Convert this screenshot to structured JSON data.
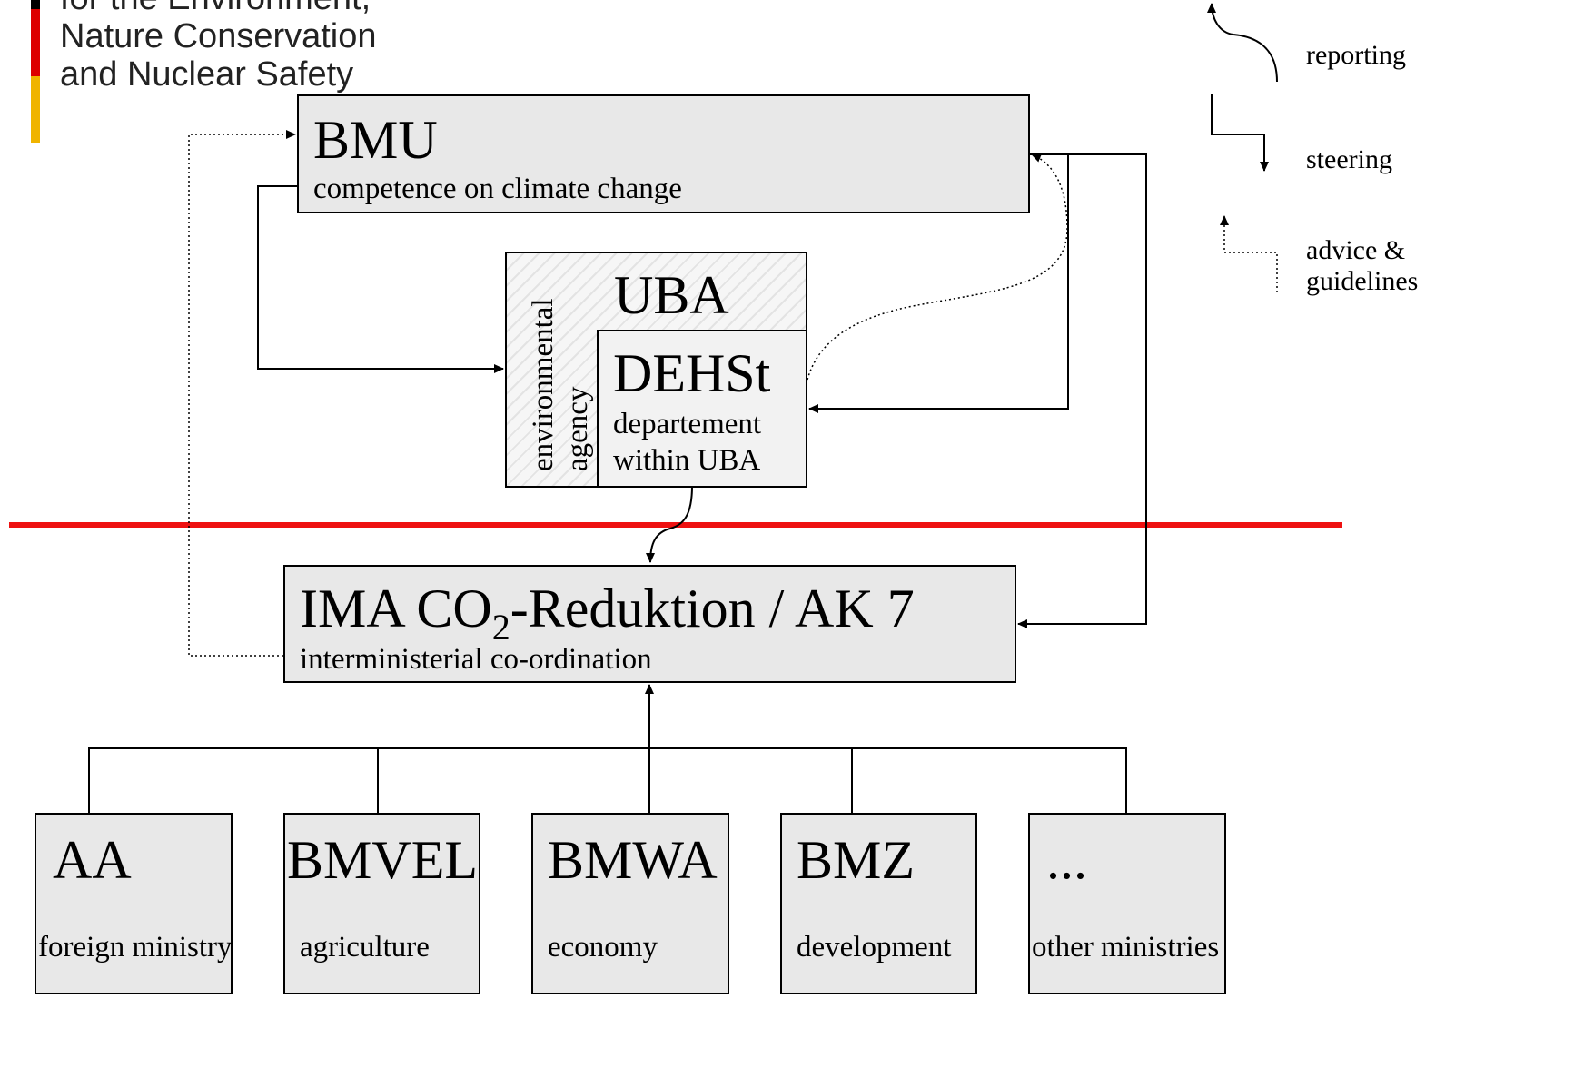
{
  "logo": {
    "line1": "for the Environment,",
    "line2": "Nature Conservation",
    "line3": "and Nuclear Safety",
    "flag_colors": [
      "#000000",
      "#dd0000",
      "#ffcc00"
    ]
  },
  "legend": {
    "reporting": "reporting",
    "steering": "steering",
    "advice_line1": "advice &",
    "advice_line2": "guidelines"
  },
  "bmu": {
    "title": "BMU",
    "subtitle": "competence on climate change"
  },
  "uba": {
    "title": "UBA",
    "side_line1": "environmental",
    "side_line2": "agency"
  },
  "dehst": {
    "title": "DEHSt",
    "line1": "departement",
    "line2": "within UBA"
  },
  "ima": {
    "title_prefix": "IMA CO",
    "title_sub": "2",
    "title_suffix": "-Reduktion / AK 7",
    "subtitle": "interministerial co-ordination"
  },
  "ministries": [
    {
      "title": "AA",
      "label": "foreign ministry"
    },
    {
      "title": "BMVEL",
      "label": "agriculture"
    },
    {
      "title": "BMWA",
      "label": "economy"
    },
    {
      "title": "BMZ",
      "label": "development"
    },
    {
      "title": "...",
      "label": "other ministries"
    }
  ],
  "colors": {
    "divider": "#ee1111",
    "box_fill": "#e8e8e8"
  }
}
